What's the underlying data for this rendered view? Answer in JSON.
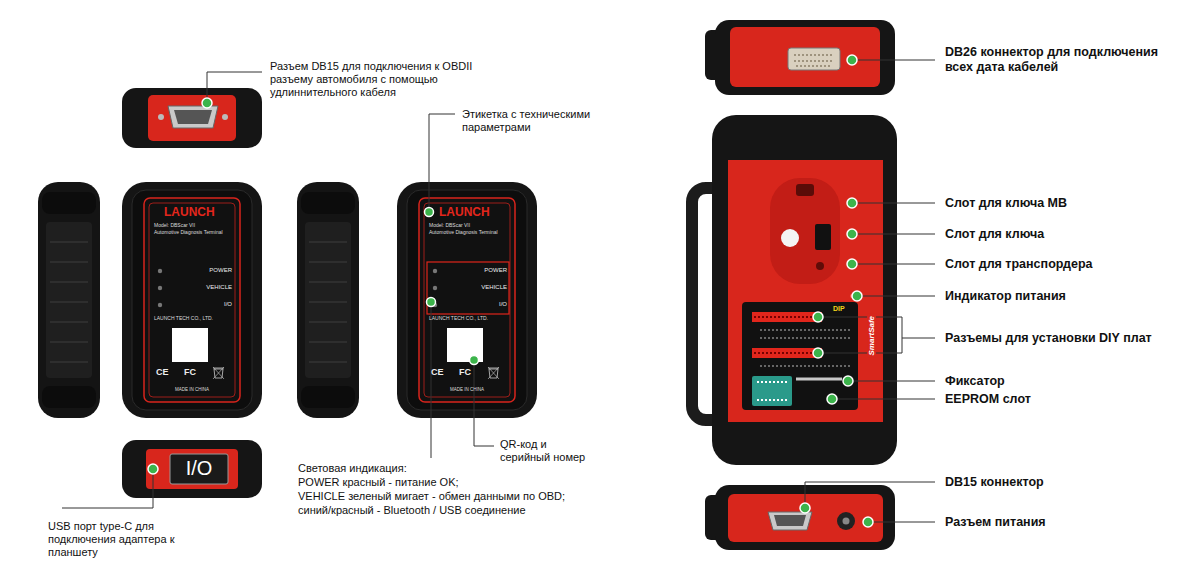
{
  "diagram": {
    "labels": [
      "Разъем DB15 для подключения к OBDII разъему автомобиля с помощью удлиннительного кабеля",
      "Этикетка с техническими параметрами",
      "LAUNCH",
      "Model: DBScar VII",
      "Automotive Diagnosis Terminal",
      "POWER",
      "VEHICLE",
      "I/O",
      "LAUNCH TECH CO., LTD.",
      "CE",
      "FC",
      "MADE IN CHINA",
      "LAUNCH",
      "Model: DBScar VII",
      "Automotive Diagnosis Terminal",
      "POWER",
      "VEHICLE",
      "I/O",
      "LAUNCH TECH CO., LTD.",
      "CE",
      "FC",
      "MADE IN CHINA",
      "I/O",
      "QR-код и серийный номер",
      "Световая индикация:",
      "POWER красный - питание OK;",
      "VEHICLE зеленый мигает - обмен данными по OBD;",
      "синий/красный - Bluetooth / USB соединение",
      "USB порт type-C для подключения адаптера к планшету",
      "DB26 коннектор для подключения всех дата кабелей",
      "Слот для ключа MB",
      "Слот для ключа",
      "Слот для транспордера",
      "Индикатор питания",
      "Разъемы для установки DIY плат",
      "Фиксатор",
      "EEPROM слот",
      "DB15 коннектор",
      "Разъем питания",
      "SmartSafe",
      "DIP"
    ]
  }
}
